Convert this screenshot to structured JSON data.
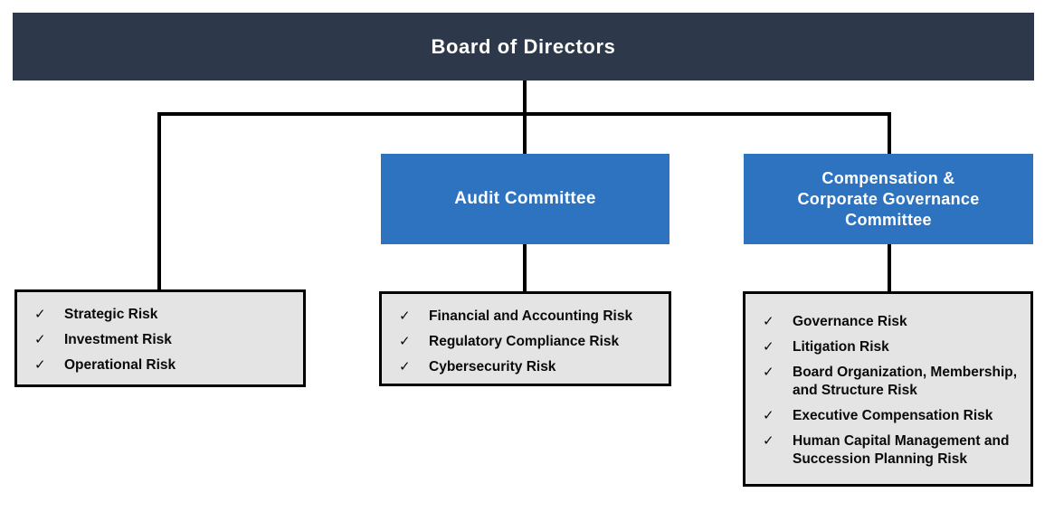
{
  "colors": {
    "navy": "#2d394b",
    "blue": "#2e73c0",
    "gray_fill": "#e4e4e4",
    "line": "#000000",
    "text_dark": "#0a0a0a",
    "white": "#ffffff"
  },
  "board": {
    "title": "Board of Directors"
  },
  "committees": [
    {
      "name": "Audit Committee"
    },
    {
      "name": "Compensation &\nCorporate Governance\nCommittee"
    }
  ],
  "check_glyph": "✓",
  "risk_lists": {
    "board_risks": {
      "items": [
        "Strategic Risk",
        "Investment Risk",
        "Operational Risk"
      ]
    },
    "audit_risks": {
      "items": [
        "Financial and Accounting Risk",
        "Regulatory Compliance Risk",
        "Cybersecurity Risk"
      ]
    },
    "compensation_risks": {
      "items": [
        "Governance Risk",
        "Litigation Risk",
        "Board Organization, Membership, and Structure Risk",
        "Executive Compensation Risk",
        "Human Capital Management and Succession Planning Risk"
      ]
    }
  }
}
